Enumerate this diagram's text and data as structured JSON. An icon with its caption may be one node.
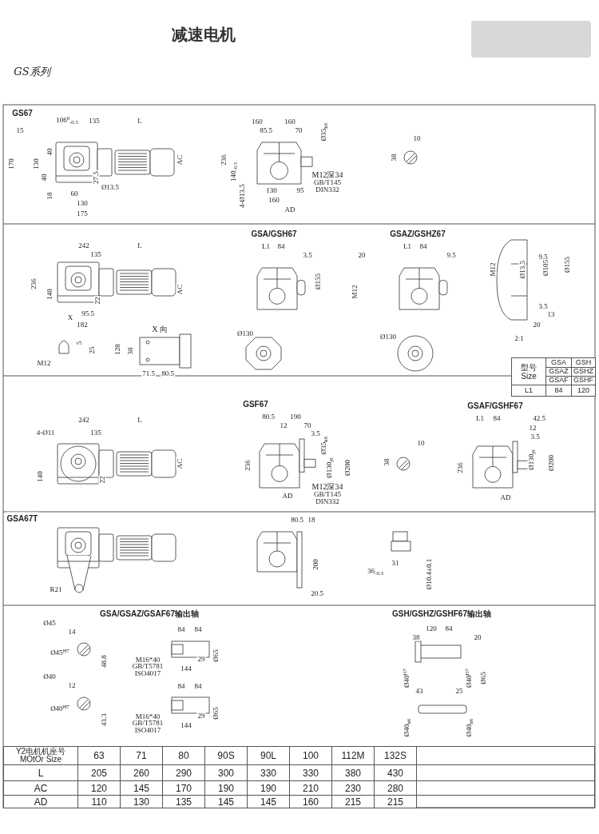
{
  "diagram": {
    "title": "减速电机",
    "labels": [
      "GS系列",
      "GS67",
      "106$^{0}$$_{-0.5}$",
      "135",
      "L",
      "15",
      "40",
      "170",
      "130",
      "40",
      "18",
      "AC",
      "27.5",
      "Ø13.5",
      "60",
      "130",
      "175",
      "160",
      "160",
      "85.5",
      "70",
      "Ø35$_{k6}$",
      "236",
      "140$_{-0.5}$",
      "M12深34",
      "GB/T145",
      "DIN332",
      "4-Ø13.5",
      "130",
      "95",
      "160",
      "AD",
      "10",
      "38",
      "242",
      "135",
      "L",
      "236",
      "140",
      "AC",
      "22",
      "X",
      "95.5",
      "182",
      "GSA/GSH67",
      "L1",
      "84",
      "3.5",
      "Ø155",
      "20",
      "M12",
      "GSAZ/GSHZ67",
      "L1",
      "84",
      "9.5",
      "M12",
      "9.5",
      "Ø13.5",
      "Ø105",
      "Ø155",
      "3.5",
      "13",
      "20",
      "5",
      "25",
      "M12",
      "X 向",
      "128",
      "38",
      "2:1",
      "Ø130",
      "Ø130",
      "71.5",
      "80.5",
      "型号 Size",
      "GSA",
      "GSH",
      "GSAZ",
      "GSHZ",
      "GSAF",
      "GSHF",
      "L1",
      "84",
      "120",
      "242",
      "L",
      "4-Ø11",
      "135",
      "140",
      "22",
      "AC",
      "GSF67",
      "80.5",
      "190",
      "12",
      "70",
      "3.5",
      "Ø35$_{k6}$",
      "Ø130$_{j6}$",
      "Ø200",
      "236",
      "AD",
      "M12深34",
      "GB/T145",
      "DIN332",
      "10",
      "38",
      "GSAF/GSHF67",
      "L1",
      "84",
      "42.5",
      "12",
      "3.5",
      "Ø130$_{j6}$",
      "Ø200",
      "236",
      "AD",
      "GSA67T",
      "R21",
      "80.5",
      "18",
      "200",
      "20.5",
      "31",
      "36$_{-0.3}$",
      "Ø10.4±0.1",
      "GSA/GSAZ/GSAF67输出轴",
      "Ø45",
      "14",
      "Ø45$^{H7}$",
      "48.8",
      "84",
      "84",
      "M16*40",
      "GB/T5781",
      "ISO4017",
      "29",
      "144",
      "Ø65",
      "Ø40",
      "12",
      "Ø40$^{H7}$",
      "43.3",
      "84",
      "84",
      "M16*40",
      "GB/T5781",
      "ISO4017",
      "29",
      "144",
      "Ø65",
      "GSH/GSHZ/GSHF67输出轴",
      "120",
      "84",
      "38",
      "20",
      "Ø40$^{H7}$",
      "Ø40$^{H7}$",
      "Ø65",
      "43",
      "25",
      "Ø40$_{h6}$",
      "Ø40$_{h6}$",
      "Y2电机机座号 MOtOr Size",
      "63",
      "71",
      "80",
      "90S",
      "90L",
      "100",
      "112M",
      "132S",
      "L",
      "205",
      "260",
      "290",
      "300",
      "330",
      "330",
      "380",
      "430",
      "AC",
      "120",
      "145",
      "170",
      "190",
      "190",
      "210",
      "230",
      "280",
      "AD",
      "110",
      "130",
      "135",
      "145",
      "145",
      "160",
      "215",
      "215"
    ]
  }
}
